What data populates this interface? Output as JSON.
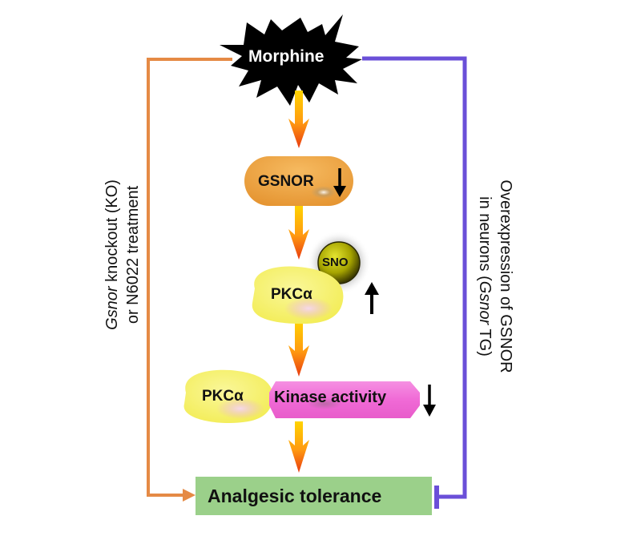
{
  "title": "Morphine / GSNOR / PKCα signaling pathway in analgesic tolerance",
  "colors": {
    "left_path": "#E58A45",
    "right_path": "#6A4FD8",
    "gsnor_fill": "#EFA23F",
    "pkc_fill": "#F5F06A",
    "sno_fill": "#A8A800",
    "kinase_fill": "#F07ADB",
    "tolerance_fill": "#9BD08A",
    "arrow_top": "#FFD400",
    "arrow_tip": "#E83A10"
  },
  "nodes": {
    "morphine": "Morphine",
    "gsnor": "GSNOR",
    "sno": "SNO",
    "pkc_top": "PKCα",
    "pkc_bottom": "PKCα",
    "kinase": "Kinase activity",
    "tolerance": "Analgesic tolerance"
  },
  "indicators": {
    "gsnor": "down",
    "sno": "up",
    "kinase": "down"
  },
  "side_labels": {
    "left": {
      "line1_italic": "Gsnor",
      "line1_rest": " knockout (KO)",
      "line2": "or N6022 treatment",
      "effect": "promotes"
    },
    "right": {
      "line1": "Overexpression of GSNOR",
      "line2_pre": "in neurons (",
      "line2_italic": "Gsnor",
      "line2_post": " TG)",
      "effect": "inhibits"
    }
  }
}
